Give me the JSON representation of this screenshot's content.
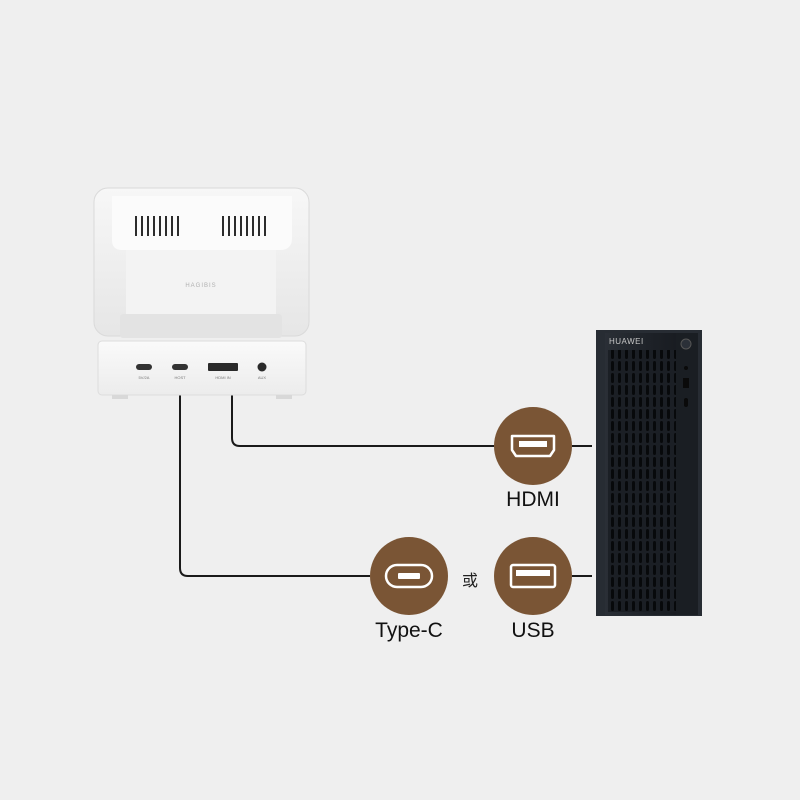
{
  "device": {
    "brand": "HAGIBIS",
    "ports": [
      {
        "name": "power-port",
        "label": "5V/2A"
      },
      {
        "name": "host-port",
        "label": "HOST"
      },
      {
        "name": "hdmi-in-port",
        "label": "HDMI IN"
      },
      {
        "name": "aux-port",
        "label": "AUX"
      }
    ]
  },
  "pc": {
    "brand": "HUAWEI"
  },
  "connectors": {
    "hdmi": {
      "label": "HDMI",
      "icon": "hdmi-port-icon"
    },
    "typec": {
      "label": "Type-C",
      "icon": "usb-c-port-icon"
    },
    "usb": {
      "label": "USB",
      "icon": "usb-a-port-icon"
    },
    "or_text": "或"
  },
  "colors": {
    "background": "#efefef",
    "badge": "#7a5535",
    "cable": "#1a1a1a",
    "device": "#f4f4f4",
    "pc": "#1e2228"
  }
}
